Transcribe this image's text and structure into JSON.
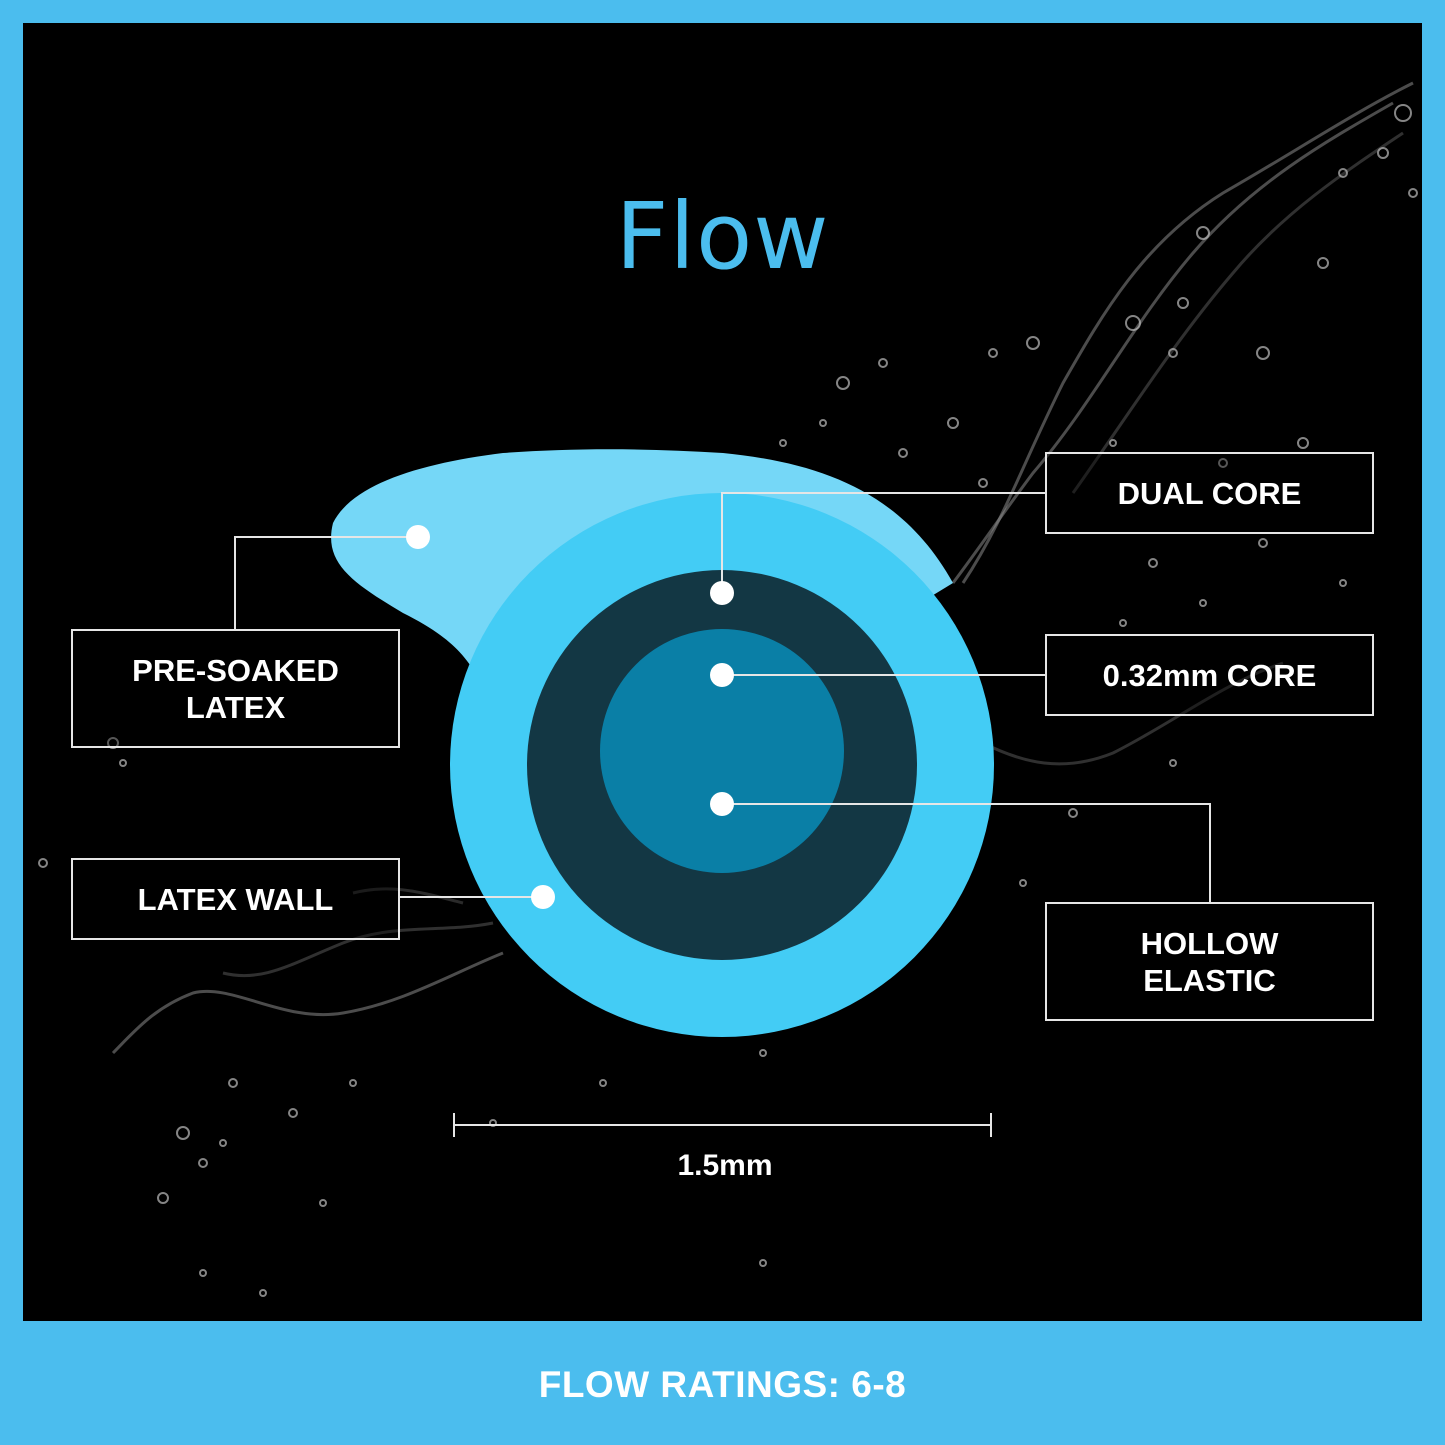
{
  "title": "Flow",
  "labels": {
    "pre_soaked_latex": "PRE-SOAKED LATEX",
    "latex_wall": "LATEX WALL",
    "dual_core": "DUAL CORE",
    "core_thickness": "0.32mm CORE",
    "hollow_elastic": "HOLLOW ELASTIC"
  },
  "scale_label": "1.5mm",
  "footer": "FLOW RATINGS: 6-8",
  "colors": {
    "frame": "#4bbdee",
    "background": "#000000",
    "title": "#4bbdee",
    "pre_soaked_layer": "#75d7f7",
    "latex_wall_layer": "#43ccf5",
    "dual_core_layer": "#133744",
    "core_layer": "#0a7fa6"
  }
}
